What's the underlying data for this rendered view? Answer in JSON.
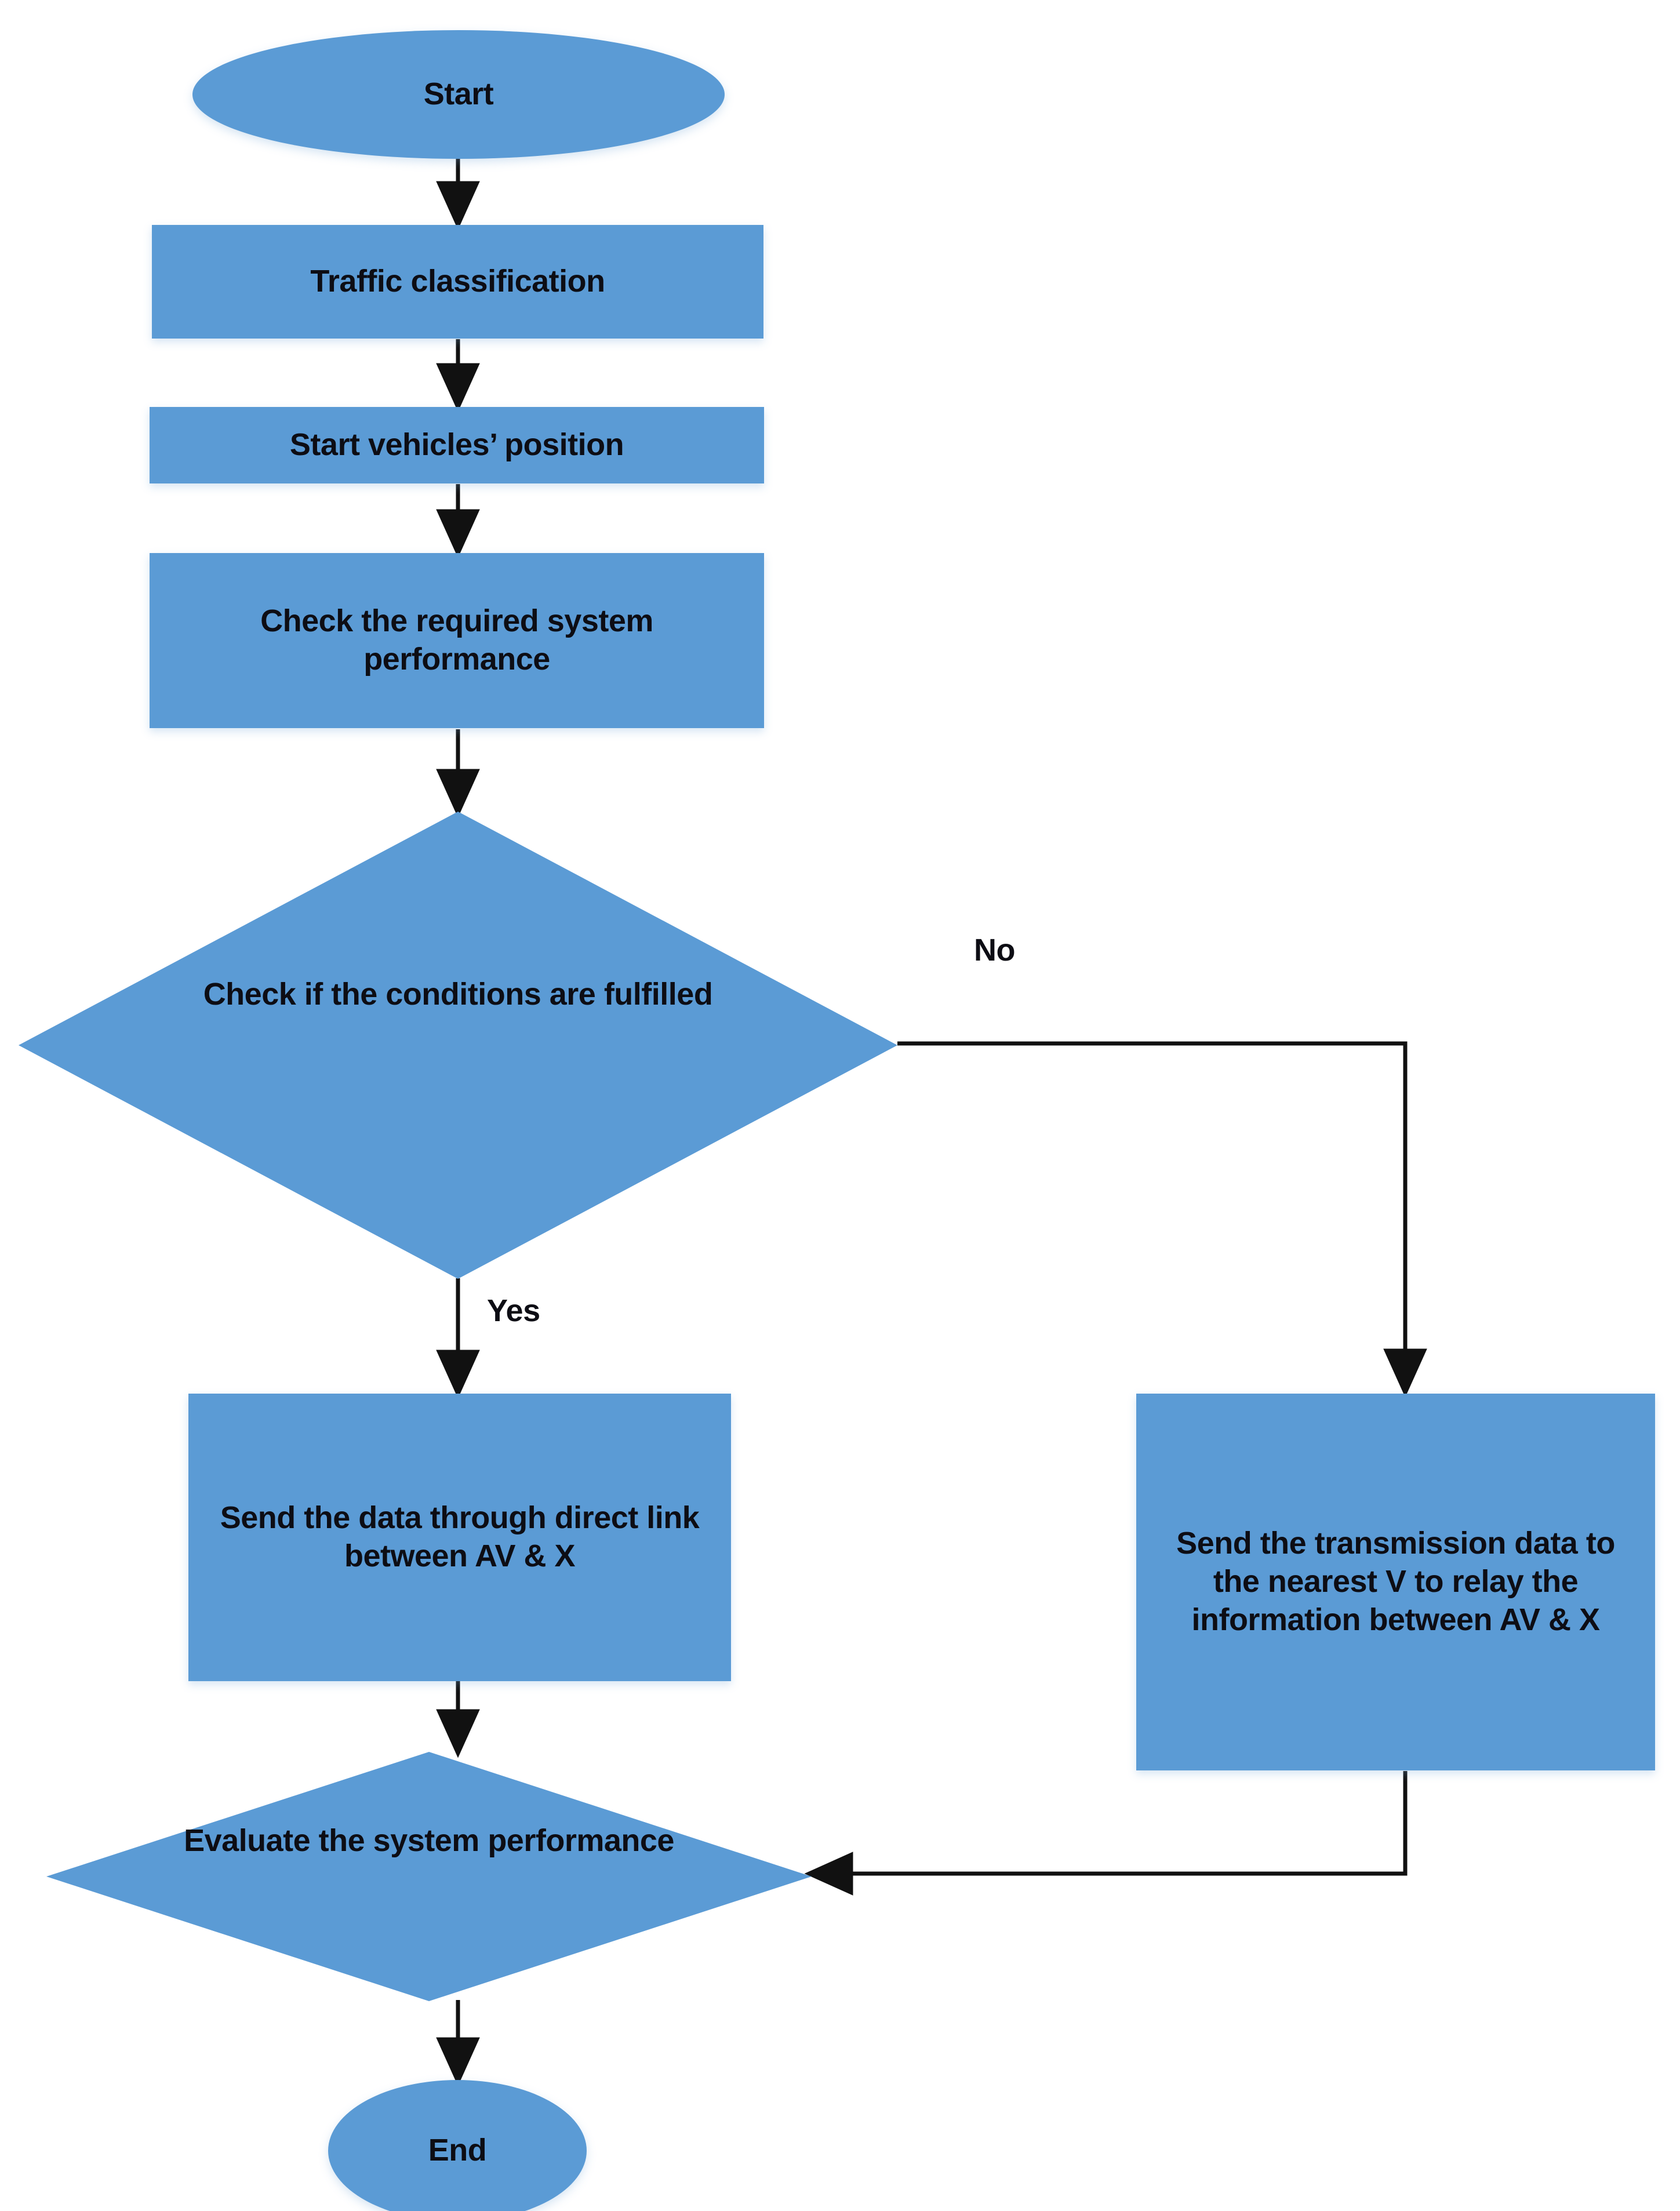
{
  "diagram": {
    "title": "Flowchart",
    "node_fill": "#5B9BD5",
    "text_color": "#0D0D14",
    "edge_color": "#1A1A1A",
    "background": "#FFFFFF",
    "nodes": {
      "start": {
        "label": "Start",
        "shape": "terminator"
      },
      "traffic_classification": {
        "label": "Traffic classification",
        "shape": "process"
      },
      "start_vehicles_position": {
        "label": "Start vehicles’ position",
        "shape": "process"
      },
      "check_required_performance": {
        "label": "Check the required system performance",
        "shape": "process"
      },
      "check_conditions": {
        "label": "Check if the conditions are fulfilled",
        "shape": "decision"
      },
      "send_direct": {
        "label": "Send the data through direct link between AV & X",
        "shape": "process"
      },
      "send_relay": {
        "label": "Send the transmission data to the  nearest V to relay the information between AV & X",
        "shape": "process"
      },
      "evaluate_performance": {
        "label": "Evaluate the system performance",
        "shape": "decision"
      },
      "end": {
        "label": "End",
        "shape": "terminator"
      }
    },
    "edges": [
      {
        "from": "start",
        "to": "traffic_classification",
        "label": ""
      },
      {
        "from": "traffic_classification",
        "to": "start_vehicles_position",
        "label": ""
      },
      {
        "from": "start_vehicles_position",
        "to": "check_required_performance",
        "label": ""
      },
      {
        "from": "check_required_performance",
        "to": "check_conditions",
        "label": ""
      },
      {
        "from": "check_conditions",
        "to": "send_relay",
        "label": "No"
      },
      {
        "from": "check_conditions",
        "to": "send_direct",
        "label": "Yes"
      },
      {
        "from": "send_direct",
        "to": "evaluate_performance",
        "label": ""
      },
      {
        "from": "send_relay",
        "to": "evaluate_performance",
        "label": ""
      },
      {
        "from": "evaluate_performance",
        "to": "end",
        "label": ""
      }
    ],
    "edge_labels": {
      "no": "No",
      "yes": "Yes"
    }
  }
}
